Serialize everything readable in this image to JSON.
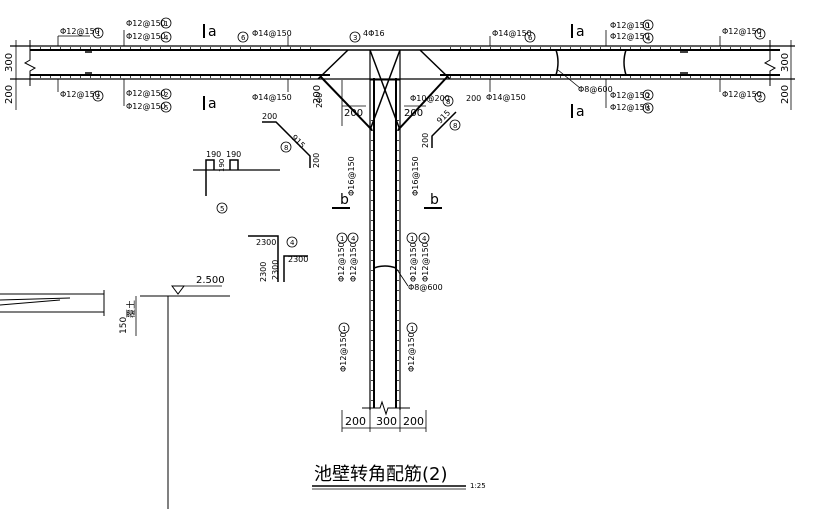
{
  "title": "池壁转角配筋(2)",
  "scale": "1:25",
  "section_marks": {
    "a": "a",
    "b": "b"
  },
  "dims": {
    "d200": "200",
    "d300": "300",
    "d190": "190",
    "d2300": "2300",
    "d915": "915",
    "d150": "150"
  },
  "bars": {
    "b1_12_150": "Φ12@150",
    "b14_150": "Φ14@150",
    "b4_16": "4Φ16",
    "b10_200": "Φ10@200",
    "b8_600": "Φ8@600",
    "b16_150": "Φ16@150"
  },
  "circles": {
    "c1": "1",
    "c2": "2",
    "c3": "3",
    "c4": "4",
    "c5": "5",
    "c6": "6",
    "c8": "8"
  },
  "elevation": "2.500",
  "note": "覆土"
}
